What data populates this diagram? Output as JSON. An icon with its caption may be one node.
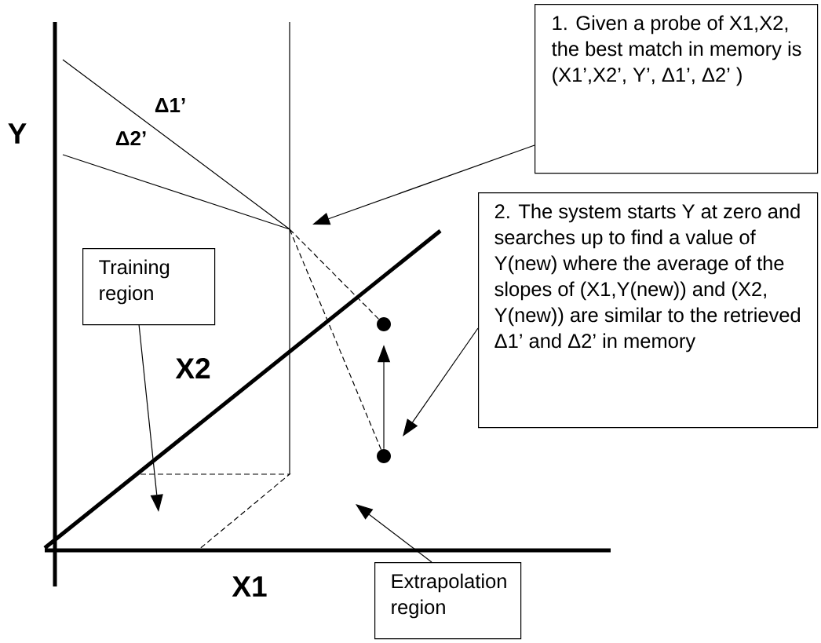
{
  "diagram": {
    "nodes": [
      {
        "text": [
          "1. Given a probe of X1,X2, the best match in memory is (X1’,X2’, Y’, Δ1’, Δ2’ )"
        ]
      },
      {
        "text": [
          "2. The system starts Y at zero and searches up to find a value of Y(new) where the average of the slopes of (X1,Y(new)) and (X2, Y(new)) are similar to the retrieved Δ1’ and Δ2’ in memory"
        ]
      },
      {
        "text": [
          "Training region"
        ]
      },
      {
        "text": [
          "Extrapolation region"
        ]
      },
      {
        "text": [],
        "shape": "circle"
      },
      {
        "text": [],
        "shape": "circle"
      }
    ],
    "edges": [
      {
        "from": 0,
        "to": null,
        "arrow": "to"
      },
      {
        "from": 1,
        "to": null,
        "arrow": "to"
      },
      {
        "from": 2,
        "to": null,
        "arrow": "to"
      },
      {
        "from": 3,
        "to": null,
        "arrow": "to"
      },
      {
        "from": 5,
        "to": 4,
        "arrow": "to"
      }
    ],
    "labels": [
      "Δ1’",
      "Δ2’",
      "Y",
      "X2",
      "X1"
    ]
  }
}
